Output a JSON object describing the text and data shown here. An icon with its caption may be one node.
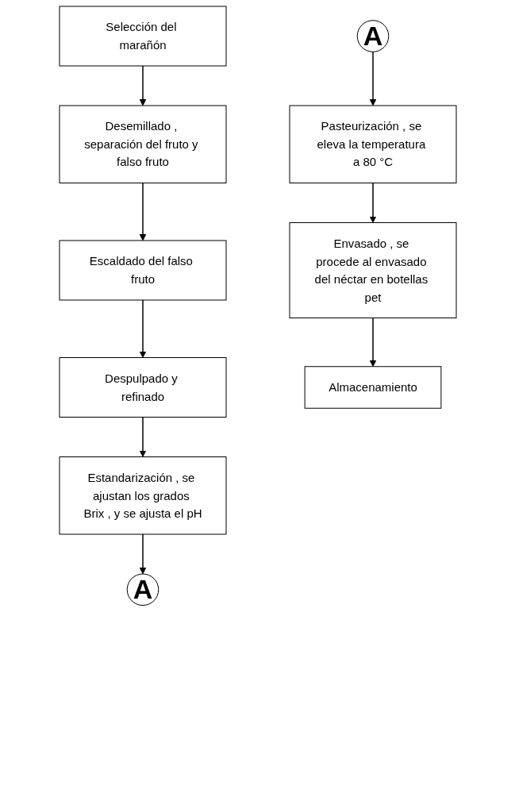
{
  "diagram": {
    "nodes": [
      {
        "text": [
          "Selección del marañón"
        ]
      },
      {
        "text": [
          "Desemillado , separación del fruto y falso fruto"
        ]
      },
      {
        "text": [
          "Escaldado del falso fruto"
        ]
      },
      {
        "text": [
          "Despulpado y refinado"
        ]
      },
      {
        "text": [
          "Estandarización , se ajustan los grados Brix , y se ajusta el pH"
        ]
      },
      {
        "text": [
          "A"
        ]
      },
      {
        "text": [
          "A"
        ]
      },
      {
        "text": [
          "Pasteurización , se eleva la temperatura a 80 °C"
        ]
      },
      {
        "text": [
          "Envasado , se procede al envasado del néctar en botellas pet"
        ]
      },
      {
        "text": [
          "Almacenamiento"
        ]
      }
    ],
    "edges": [
      {
        "from": 0,
        "to": 1,
        "arrow": "to"
      },
      {
        "from": 1,
        "to": 2,
        "arrow": "to"
      },
      {
        "from": 2,
        "to": 3,
        "arrow": "to"
      },
      {
        "from": 3,
        "to": 4,
        "arrow": "to"
      },
      {
        "from": 4,
        "to": 5,
        "arrow": "to"
      },
      {
        "from": 6,
        "to": 7,
        "arrow": "to"
      },
      {
        "from": 7,
        "to": 8,
        "arrow": "to"
      },
      {
        "from": 8,
        "to": 9,
        "arrow": "to"
      }
    ]
  }
}
